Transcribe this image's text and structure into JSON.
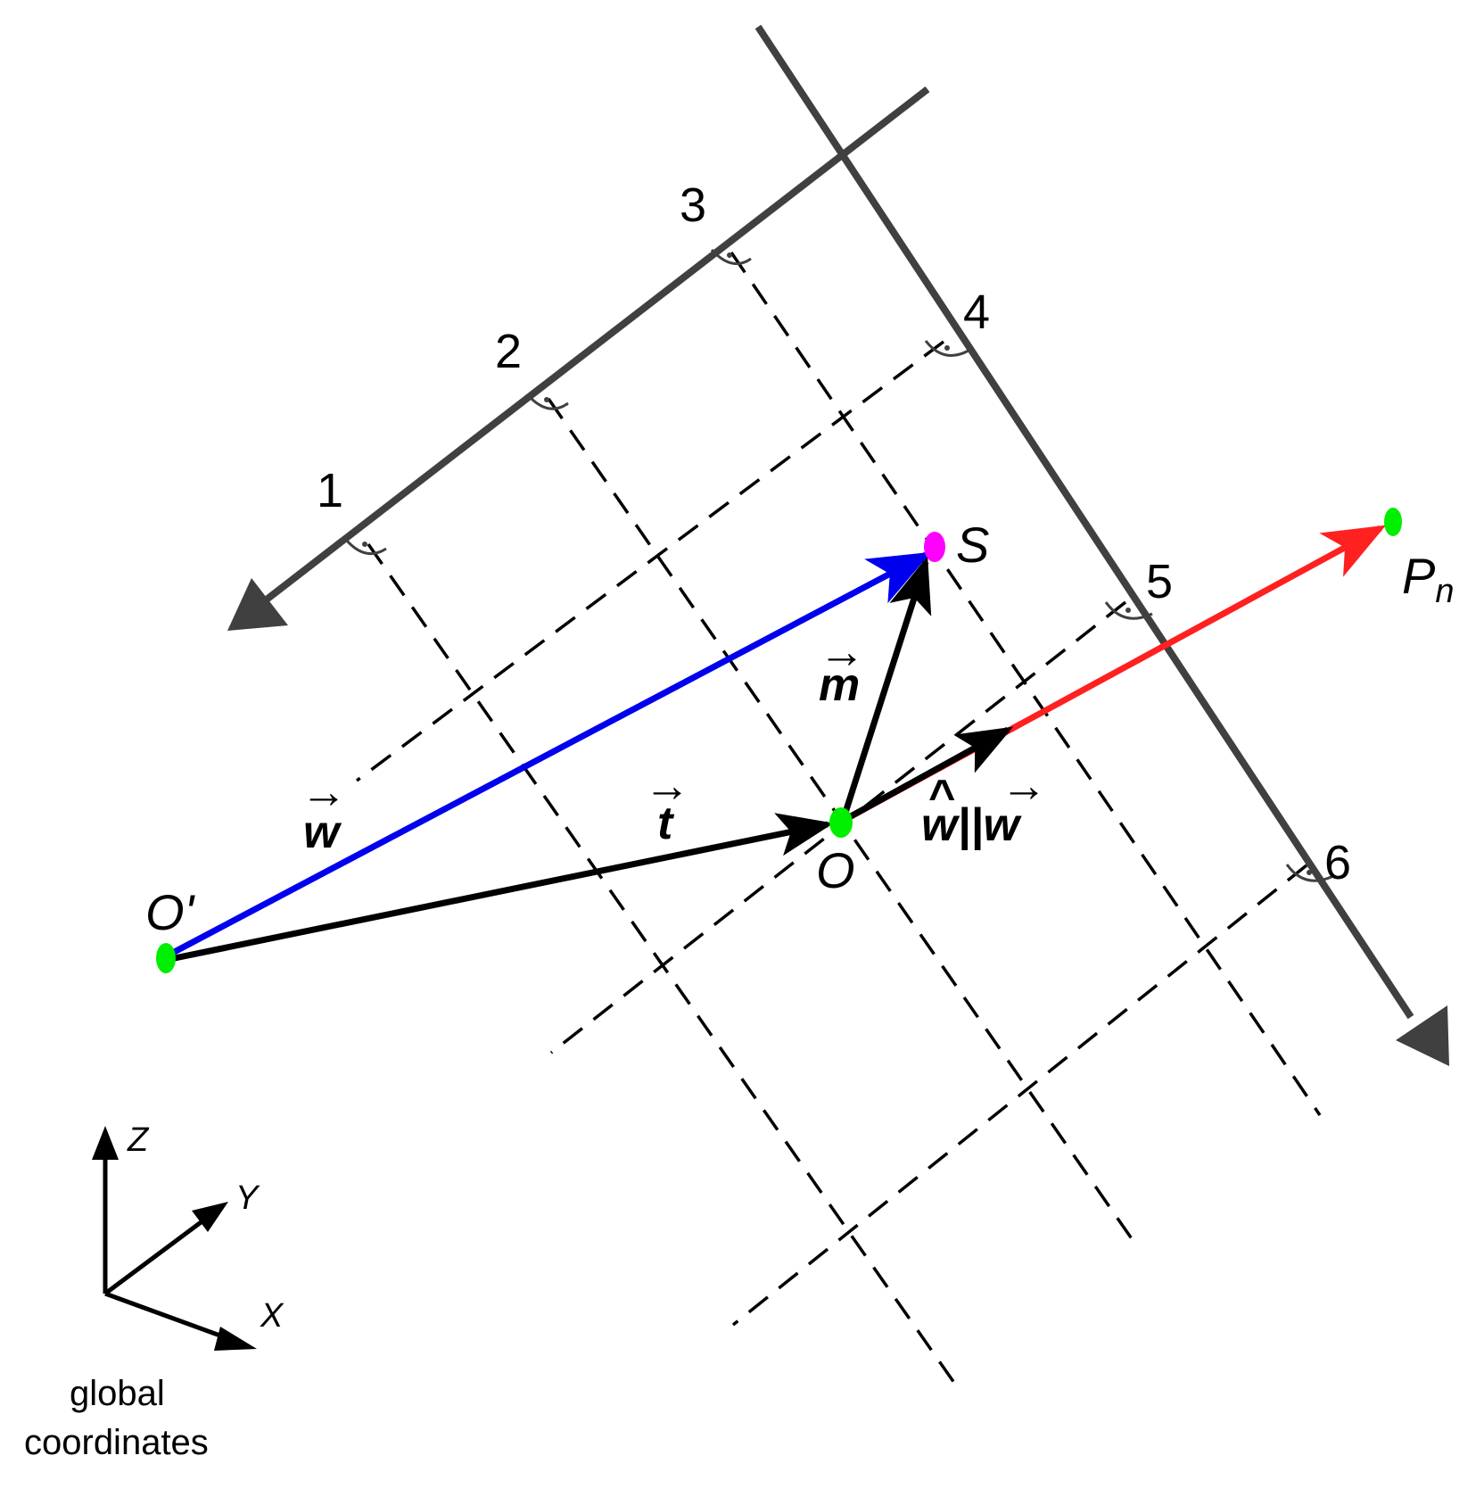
{
  "axis_ticks": [
    "1",
    "2",
    "3",
    "4",
    "5",
    "6"
  ],
  "points": {
    "o_prime": "O'",
    "o": "O",
    "s": "S",
    "pn": "P",
    "pn_sub": "n"
  },
  "vectors": {
    "w": "w",
    "t": "t",
    "m": "m",
    "w_hat_parallel": "w||w",
    "arrow_over": "→",
    "hat_over": "^"
  },
  "global_axes": {
    "z": "Z",
    "y": "Y",
    "x": "X"
  },
  "caption": [
    "global",
    "coordinates"
  ],
  "colors": {
    "axis": "#404040",
    "grid": "#000000",
    "w_vector": "#0000ee",
    "pn_vector": "#ff2020",
    "point_green": "#00ee00",
    "point_s": "#ff00ff",
    "black_vector": "#000000"
  },
  "icons": {
    "right_angle_marker": "right-angle-icon",
    "axis_arrowhead": "triangle-arrowhead-icon"
  }
}
